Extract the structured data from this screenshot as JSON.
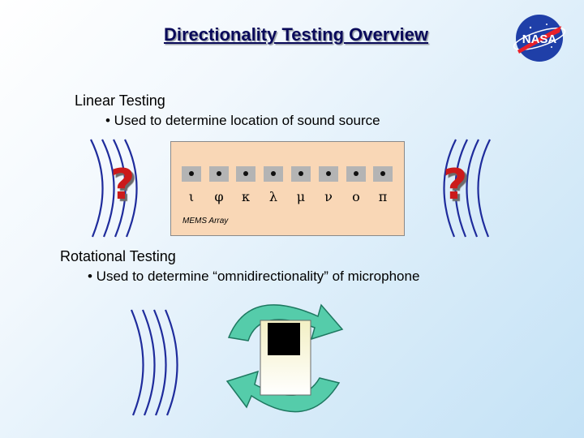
{
  "title": "Directionality Testing Overview",
  "linear": {
    "heading": "Linear Testing",
    "bullet": "• Used to determine location of sound source"
  },
  "array": {
    "label": "MEMS Array",
    "symbols": [
      "ι",
      "φ",
      "κ",
      "λ",
      "μ",
      "ν",
      "ο",
      "π"
    ],
    "question_mark": "?"
  },
  "rotational": {
    "heading": "Rotational Testing",
    "bullet": "• Used to determine “omnidirectionality” of microphone"
  },
  "logo": {
    "text": "NASA"
  },
  "colors": {
    "title": "#0a0a5a",
    "wave": "#1f2c9c",
    "question_mark": "#cc1a1a",
    "panel": "#f9d7b6",
    "arrow": "#4ec9a8"
  },
  "icons": [
    "sound-wave-icon",
    "question-mark-icon",
    "rotation-arrow-icon",
    "microphone-icon",
    "nasa-logo-icon"
  ]
}
